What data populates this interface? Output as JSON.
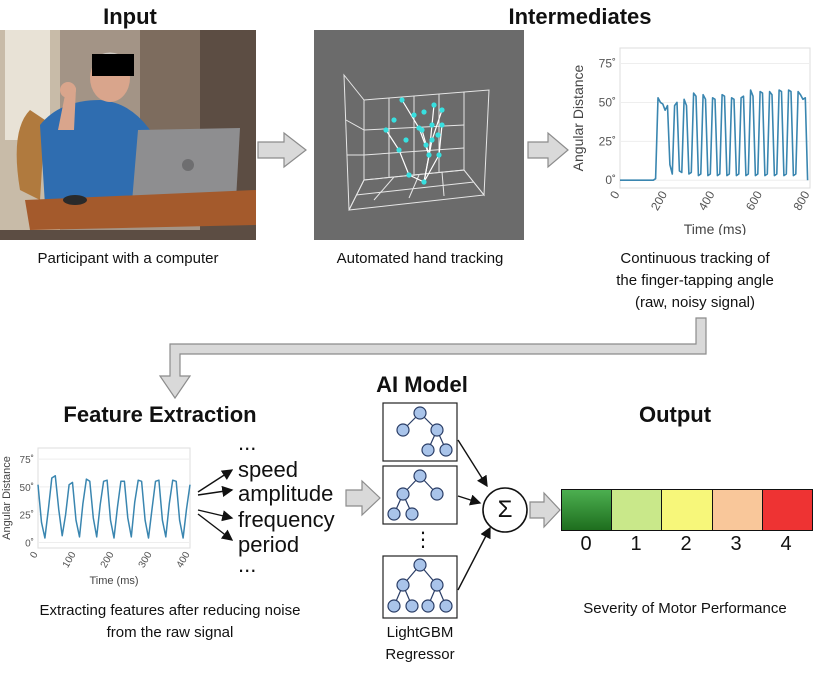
{
  "titles": {
    "input": "Input",
    "intermediates": "Intermediates",
    "feature_extraction": "Feature Extraction",
    "ai_model": "AI Model",
    "output": "Output"
  },
  "captions": {
    "participant": "Participant with a computer",
    "hand_tracking": "Automated hand tracking",
    "tracking_line1": "Continuous tracking of",
    "tracking_line2": "the finger-tapping angle",
    "tracking_line3": "(raw, noisy signal)",
    "extract_line1": "Extracting features after reducing noise",
    "extract_line2": "from the raw signal",
    "model_line1": "LightGBM",
    "model_line2": "Regressor",
    "severity": "Severity of Motor Performance"
  },
  "features": {
    "items": [
      "speed",
      "amplitude",
      "frequency",
      "period"
    ],
    "ellipsis_top": "...",
    "ellipsis_bottom": "...",
    "tree_ellipsis": "⋮",
    "sum_symbol": "Σ"
  },
  "chart_data": [
    {
      "type": "line",
      "panel": "raw",
      "xlabel": "Time (ms)",
      "ylabel": "Angular Distance",
      "x_ticks": [
        "0",
        "200",
        "400",
        "600",
        "800"
      ],
      "y_ticks": [
        "0˚",
        "25˚",
        "50˚",
        "75˚"
      ],
      "xlim": [
        0,
        800
      ],
      "ylim": [
        -5,
        85
      ],
      "color": "#3a86b0",
      "x": [
        0,
        140,
        150,
        160,
        170,
        180,
        190,
        200,
        210,
        220,
        230,
        240,
        250,
        260,
        270,
        280,
        290,
        300,
        310,
        320,
        330,
        340,
        350,
        360,
        370,
        380,
        390,
        400,
        410,
        420,
        430,
        440,
        450,
        460,
        470,
        480,
        490,
        500,
        510,
        520,
        530,
        540,
        550,
        560,
        570,
        580,
        590,
        600,
        610,
        620,
        630,
        640,
        650,
        660,
        670,
        680,
        690,
        700,
        710,
        720,
        730,
        740,
        750,
        760,
        770,
        780,
        790
      ],
      "values": [
        0,
        0,
        1,
        53,
        50,
        49,
        45,
        48,
        10,
        4,
        48,
        50,
        6,
        5,
        52,
        48,
        4,
        5,
        56,
        54,
        3,
        4,
        55,
        52,
        3,
        4,
        53,
        52,
        3,
        4,
        55,
        54,
        3,
        4,
        53,
        52,
        3,
        4,
        53,
        54,
        3,
        4,
        58,
        54,
        3,
        4,
        57,
        56,
        3,
        4,
        57,
        55,
        3,
        4,
        58,
        57,
        3,
        4,
        58,
        57,
        3,
        4,
        57,
        55,
        52,
        53,
        0
      ]
    },
    {
      "type": "line",
      "panel": "smoothed",
      "xlabel": "Time (ms)",
      "ylabel": "Angular Distance",
      "x_ticks": [
        "0",
        "100",
        "200",
        "300",
        "400"
      ],
      "y_ticks": [
        "0˚",
        "25˚",
        "50˚",
        "75˚"
      ],
      "xlim": [
        0,
        440
      ],
      "ylim": [
        -5,
        85
      ],
      "color": "#3a86b0",
      "x": [
        0,
        10,
        20,
        30,
        40,
        50,
        60,
        70,
        80,
        90,
        100,
        110,
        120,
        130,
        140,
        150,
        160,
        170,
        180,
        190,
        200,
        210,
        220,
        230,
        240,
        250,
        260,
        270,
        280,
        290,
        300,
        310,
        320,
        330,
        340,
        350,
        360,
        370,
        380,
        390,
        400,
        410,
        420,
        430,
        440
      ],
      "values": [
        52,
        18,
        4,
        30,
        58,
        60,
        30,
        6,
        25,
        52,
        54,
        20,
        5,
        35,
        57,
        55,
        22,
        5,
        34,
        55,
        56,
        20,
        4,
        32,
        55,
        55,
        22,
        5,
        36,
        56,
        55,
        20,
        4,
        30,
        55,
        56,
        20,
        5,
        35,
        56,
        55,
        20,
        4,
        30,
        52
      ]
    }
  ],
  "output_scale": {
    "labels": [
      "0",
      "1",
      "2",
      "3",
      "4"
    ],
    "colors": [
      "#2e8b2e",
      "#c9e88a",
      "#f7f77a",
      "#f9c79a",
      "#ee3333"
    ]
  },
  "colors": {
    "arrow_fill": "#d9d9d9",
    "arrow_stroke": "#8c8c8c",
    "node_fill": "#a9c4ea",
    "node_stroke": "#2a3d66",
    "tracking_bg": "#6b6b6b",
    "hand_point": "#38e0e0",
    "mask": "#000000"
  }
}
